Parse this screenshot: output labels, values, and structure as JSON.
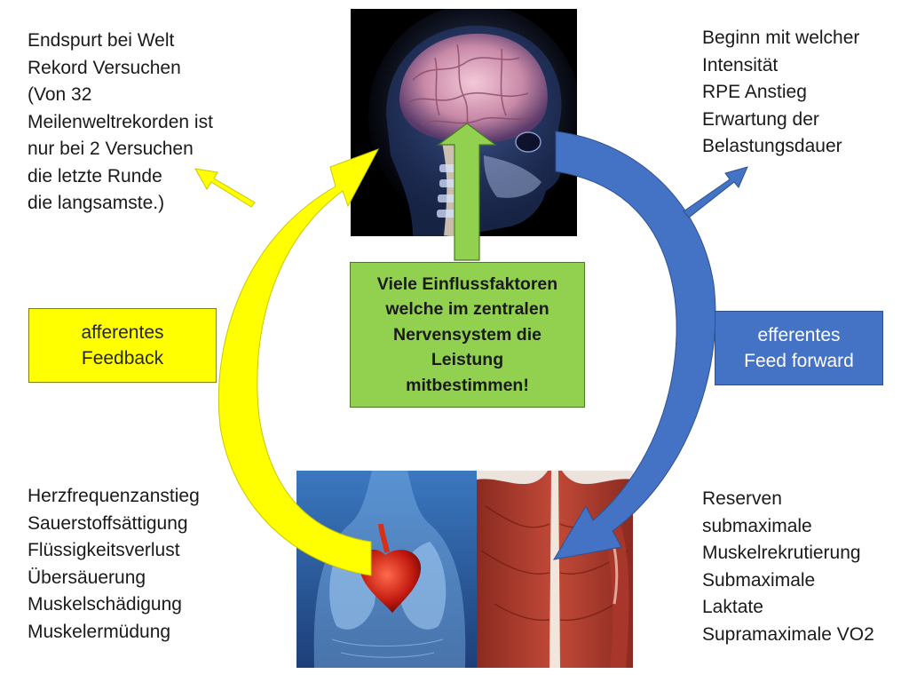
{
  "top_left_text": "Endspurt bei Welt\nRekord Versuchen\n(Von 32\nMeilenweltrekorden ist\nnur bei 2 Versuchen\ndie letzte Runde\ndie langsamste.)",
  "top_right_text": "Beginn mit welcher\nIntensität\nRPE Anstieg\nErwartung der\nBelastungsdauer",
  "bottom_left_text": "Herzfrequenzanstieg\nSauerstoffsättigung\nFlüssigkeitsverlust\nÜbersäuerung\nMuskelschädigung\nMuskelermüdung",
  "bottom_right_text": "Reserven\nsubmaximale\nMuskelrekrutierung\nSubmaximale\nLaktate\nSupramaximale VO2",
  "afferent_label": "afferentes\nFeedback",
  "efferent_label": "efferentes\nFeed forward",
  "center_label": "Viele Einflussfaktoren\nwelche im zentralen\nNervensystem die\nLeistung\nmitbestimmen!",
  "colors": {
    "afferent": "#ffff00",
    "efferent": "#4472c4",
    "center": "#92d050",
    "text": "#1a1a1a"
  },
  "icons": {
    "brain_image": "head-brain-xray-icon",
    "body_image": "heart-lungs-torso-icon",
    "muscle_image": "back-muscles-icon"
  }
}
